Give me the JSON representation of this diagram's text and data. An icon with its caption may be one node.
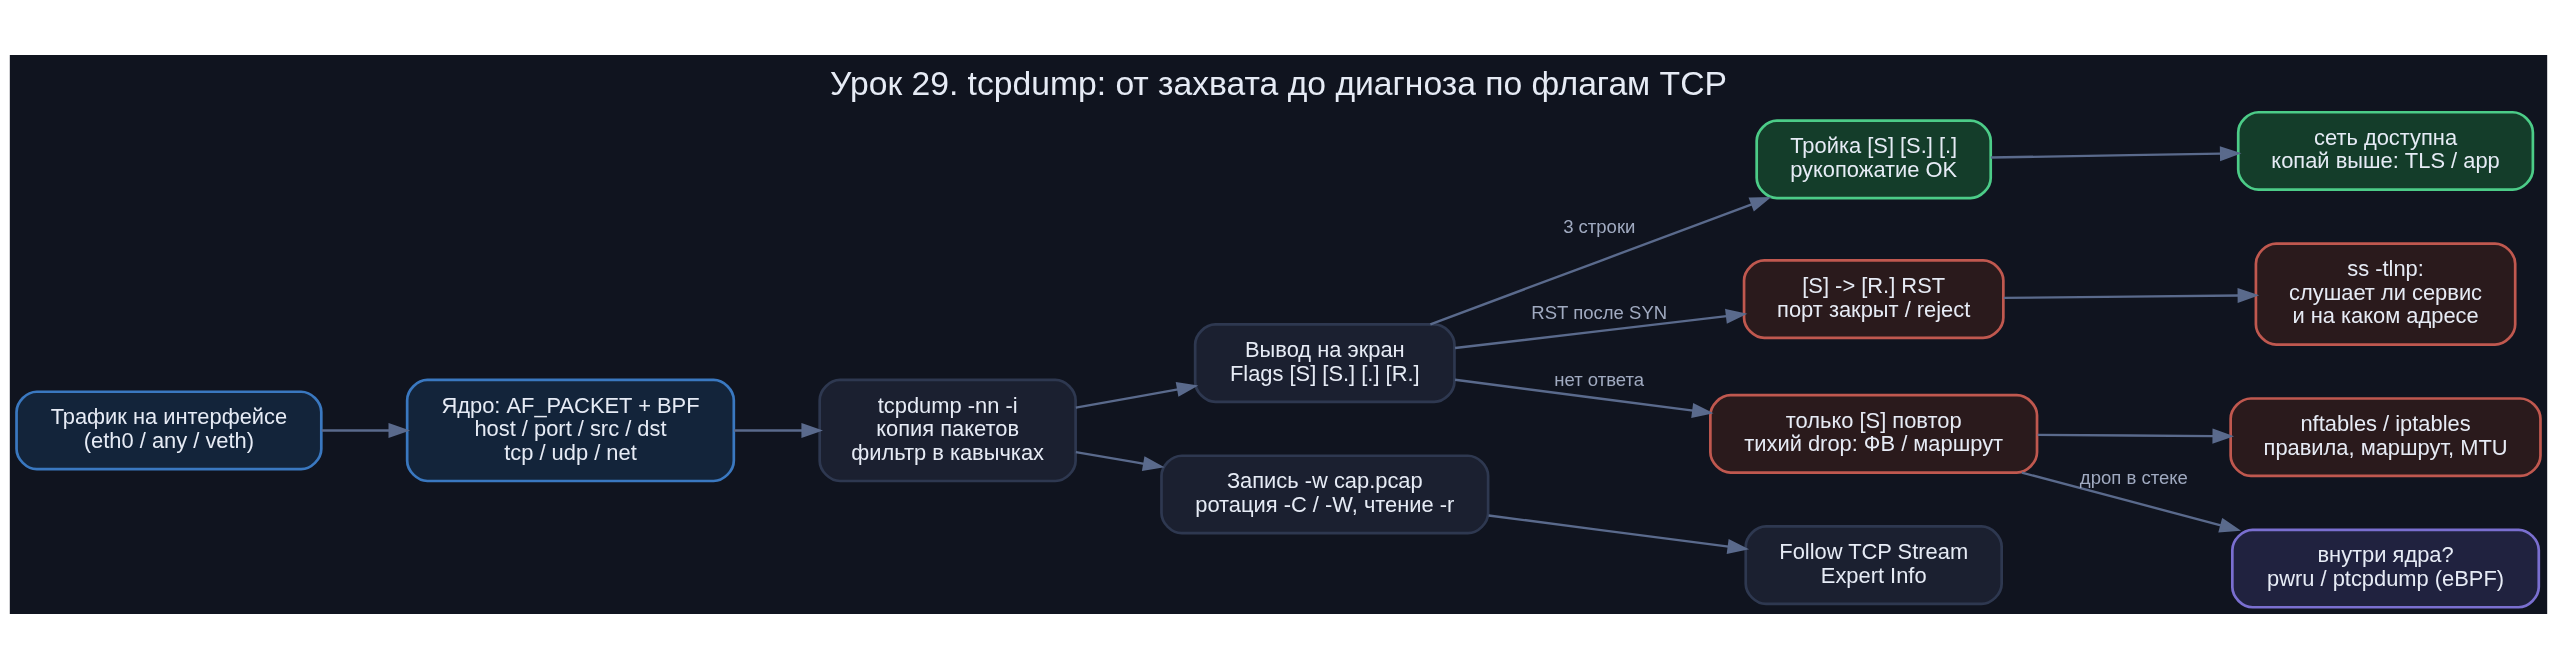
{
  "diagram": {
    "title": "Урок 29. tcpdump: от захвата до диагноза по флагам TCP",
    "nodes": [
      {
        "text": [
          "Трафик на интерфейсе",
          "(eth0 / any / veth)"
        ]
      },
      {
        "text": [
          "Ядро: AF_PACKET + BPF",
          "host / port / src / dst",
          "tcp / udp / net"
        ]
      },
      {
        "text": [
          "tcpdump -nn -i",
          "копия пакетов",
          "фильтр в кавычках"
        ]
      },
      {
        "text": [
          "Вывод на экран",
          "Flags [S] [S.] [.] [R.]"
        ]
      },
      {
        "text": [
          "Запись -w cap.pcap",
          "ротация -C / -W, чтение -r"
        ]
      },
      {
        "text": [
          "Тройка [S] [S.] [.]",
          "рукопожатие OK"
        ]
      },
      {
        "text": [
          "[S] -> [R.] RST",
          "порт закрыт / reject"
        ]
      },
      {
        "text": [
          "только [S] повтор",
          "тихий drop: ФВ / маршрут"
        ]
      },
      {
        "text": [
          "Follow TCP Stream",
          "Expert Info"
        ]
      },
      {
        "text": [
          "сеть доступна",
          "копай выше: TLS / app"
        ]
      },
      {
        "text": [
          "ss -tlnp:",
          "слушает ли сервис",
          "и на каком адресе"
        ]
      },
      {
        "text": [
          "nftables / iptables",
          "правила, маршрут, MTU"
        ]
      },
      {
        "text": [
          "внутри ядра?",
          "pwru / ptcpdump (eBPF)"
        ]
      }
    ],
    "edges": [
      {
        "from": 0,
        "to": 1,
        "arrow": "to"
      },
      {
        "from": 1,
        "to": 2,
        "arrow": "to"
      },
      {
        "from": 2,
        "to": 3,
        "arrow": "to"
      },
      {
        "from": 2,
        "to": 4,
        "arrow": "to"
      },
      {
        "from": 3,
        "to": 5,
        "arrow": "to",
        "label": "3 строки"
      },
      {
        "from": 3,
        "to": 6,
        "arrow": "to",
        "label": "RST после SYN"
      },
      {
        "from": 3,
        "to": 7,
        "arrow": "to",
        "label": "нет ответа"
      },
      {
        "from": 4,
        "to": 8,
        "arrow": "to"
      },
      {
        "from": 5,
        "to": 9,
        "arrow": "to"
      },
      {
        "from": 6,
        "to": 10,
        "arrow": "to"
      },
      {
        "from": 7,
        "to": 11,
        "arrow": "to"
      },
      {
        "from": 7,
        "to": 12,
        "arrow": "to",
        "label": "дроп в стеке"
      }
    ]
  }
}
